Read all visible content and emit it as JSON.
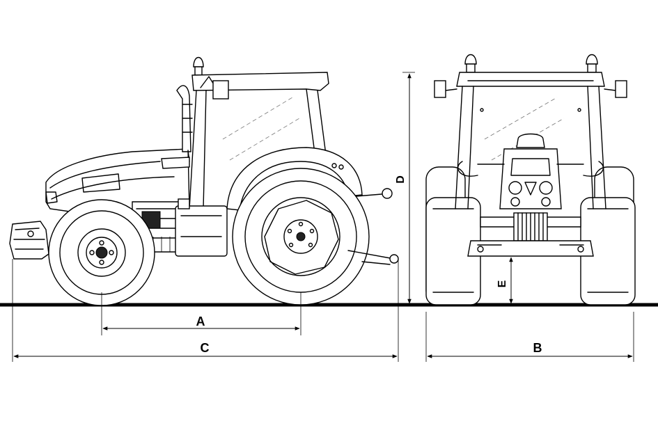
{
  "diagram": {
    "dimension_labels": {
      "wheelbase": "A",
      "width": "B",
      "overall_length": "C",
      "height": "D",
      "ground_clearance": "E"
    }
  },
  "colors": {
    "line": "#000000",
    "background": "#ffffff"
  }
}
